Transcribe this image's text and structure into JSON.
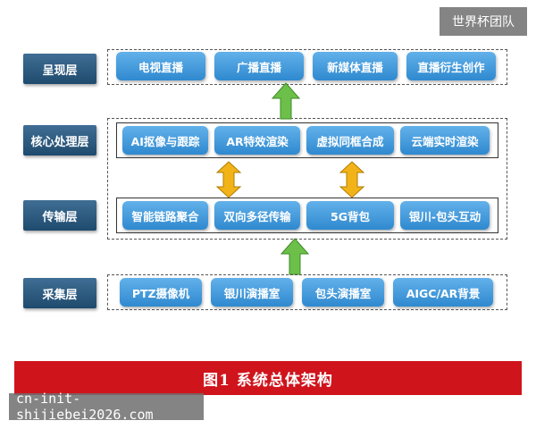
{
  "watermark_top": "世界杯团队",
  "watermark_bottom": "cn-init-shijiebei2026.com",
  "caption": "图1    系统总体架构",
  "colors": {
    "label_bg": "#2b5a80",
    "item_bg": "#3d98dc",
    "arrow_green": "#6cc04a",
    "arrow_gold": "#f2b318",
    "caption_red": "#d0141c"
  },
  "layers": [
    {
      "label": "呈现层",
      "items": [
        "电视直播",
        "广播直播",
        "新媒体直播",
        "直播衍生创作"
      ]
    },
    {
      "label": "核心处理层",
      "items": [
        "AI抠像与跟踪",
        "AR特效渲染",
        "虚拟同框合成",
        "云端实时渲染"
      ]
    },
    {
      "label": "传输层",
      "items": [
        "智能链路聚合",
        "双向多径传输",
        "5G背包",
        "银川-包头互动"
      ]
    },
    {
      "label": "采集层",
      "items": [
        "PTZ摄像机",
        "银川演播室",
        "包头演播室",
        "AIGC/AR背景"
      ]
    }
  ]
}
